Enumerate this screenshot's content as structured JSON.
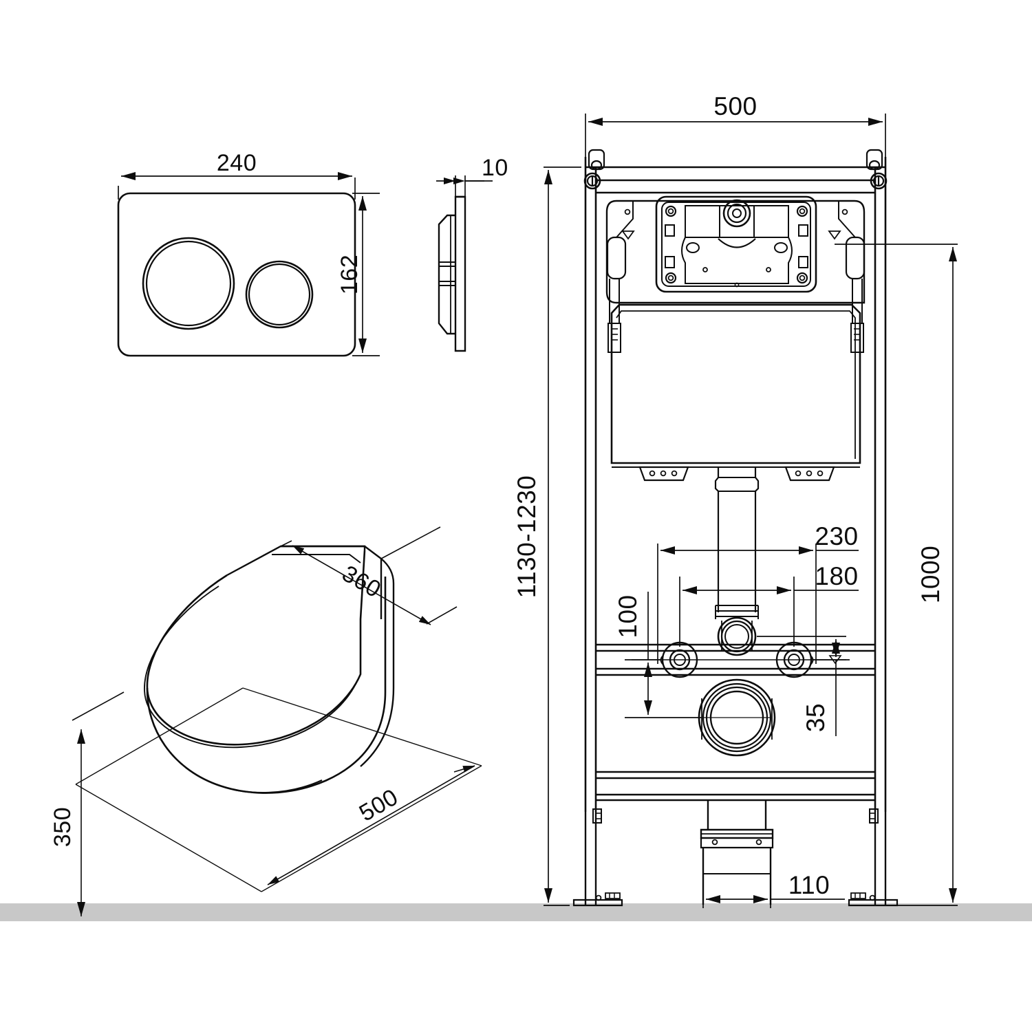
{
  "drawing": {
    "title": "Wall-hung WC installation frame technical drawing",
    "units": "mm",
    "background_color": "#ffffff",
    "line_color": "#0d0d0d",
    "floor_color": "#c8c8c8"
  },
  "views": {
    "flush_plate_front": {
      "name": "Flush plate front view",
      "dimensions": {
        "width": "240",
        "height": "162"
      },
      "buttons": [
        {
          "name": "large-flush-button"
        },
        {
          "name": "small-flush-button"
        }
      ]
    },
    "flush_plate_side": {
      "name": "Flush plate side view",
      "dimensions": {
        "thickness": "10"
      }
    },
    "toilet_bowl": {
      "name": "Wall-hung toilet bowl isometric view",
      "dimensions": {
        "depth": "360",
        "projection": "500",
        "height": "350"
      }
    },
    "frame_front": {
      "name": "Installation frame front view",
      "dimensions": {
        "width": "500",
        "total_height": "1130-1230",
        "seat_height": "1000",
        "inlet_offset": "230",
        "bolt_spacing": "180",
        "inlet_height": "100",
        "outlet_offset": "35",
        "waste_pipe": "110"
      }
    }
  }
}
